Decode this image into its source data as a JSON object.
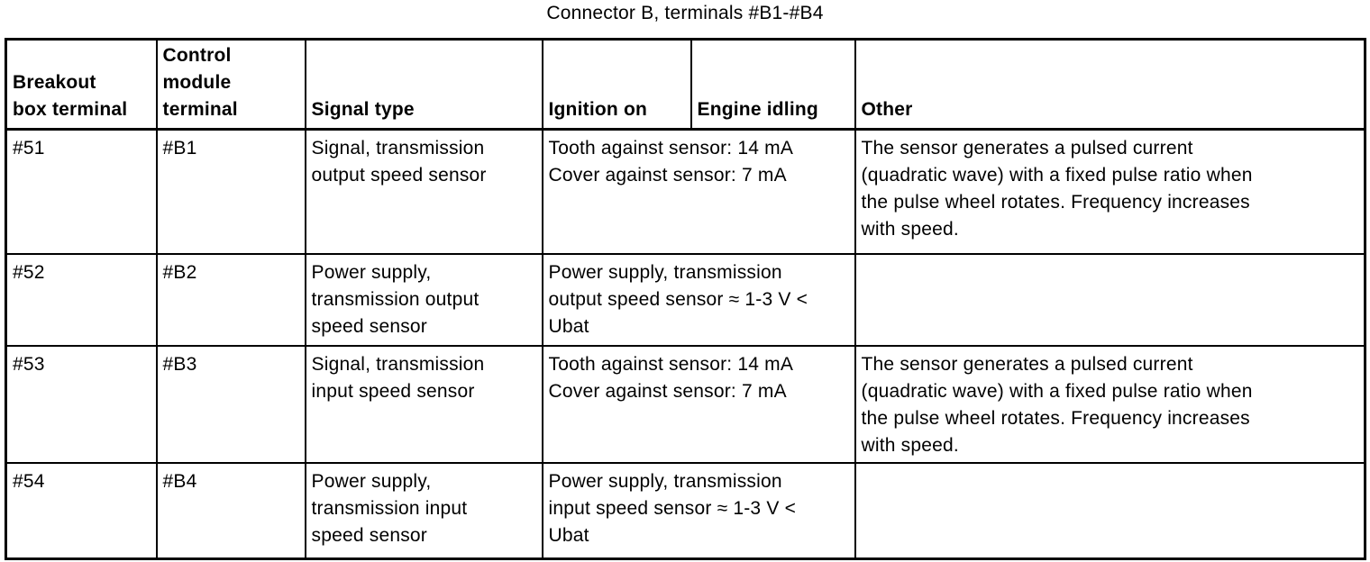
{
  "title": "Connector B, terminals #B1-#B4",
  "colors": {
    "background": "#ffffff",
    "text": "#000000",
    "border": "#000000"
  },
  "table": {
    "columns": [
      "Breakout\nbox terminal",
      "Control\nmodule\nterminal",
      "Signal type",
      "Ignition on",
      "Engine idling",
      "Other"
    ],
    "rows": [
      {
        "breakout_box_terminal": "#51",
        "control_module_terminal": "#B1",
        "signal_type": "Signal, transmission\noutput speed sensor",
        "ignition_on_engine_idling": "Tooth against sensor: 14 mA\nCover against sensor: 7 mA",
        "other": "The sensor generates a pulsed current\n(quadratic wave) with a fixed pulse ratio when\nthe pulse wheel rotates. Frequency increases\nwith speed."
      },
      {
        "breakout_box_terminal": "#52",
        "control_module_terminal": "#B2",
        "signal_type": "Power supply,\ntransmission output\nspeed sensor",
        "ignition_on_engine_idling": "Power supply, transmission\noutput speed sensor ≈ 1-3 V <\nUbat",
        "other": ""
      },
      {
        "breakout_box_terminal": "#53",
        "control_module_terminal": "#B3",
        "signal_type": "Signal, transmission\ninput speed sensor",
        "ignition_on_engine_idling": "Tooth against sensor: 14 mA\nCover against sensor: 7 mA",
        "other": "The sensor generates a pulsed current\n(quadratic wave) with a fixed pulse ratio when\nthe pulse wheel rotates. Frequency increases\nwith speed."
      },
      {
        "breakout_box_terminal": "#54",
        "control_module_terminal": "#B4",
        "signal_type": "Power supply,\ntransmission input\nspeed sensor",
        "ignition_on_engine_idling": "Power supply, transmission\ninput speed sensor ≈ 1-3 V <\nUbat",
        "other": ""
      }
    ]
  }
}
